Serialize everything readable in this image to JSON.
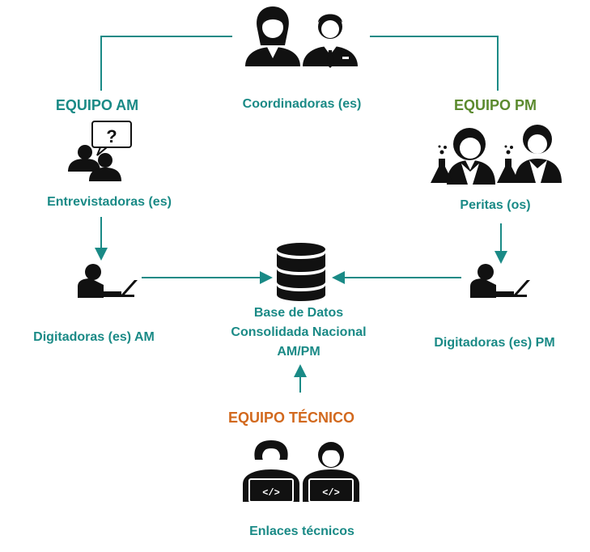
{
  "colors": {
    "accent_teal": "#1a8a86",
    "am_team": "#1a8a86",
    "pm_team": "#5b8a2e",
    "tech_team": "#d2691e",
    "icon": "#111111"
  },
  "nodes": {
    "coordinators": {
      "label": "Coordinadoras (es)",
      "icon": "coordinators-people-icon"
    },
    "team_am": {
      "label": "EQUIPO AM"
    },
    "team_pm": {
      "label": "EQUIPO PM"
    },
    "team_tech": {
      "label": "EQUIPO TÉCNICO"
    },
    "interviewers": {
      "label": "Entrevistadoras (es)",
      "icon": "interviewers-question-icon"
    },
    "experts": {
      "label": "Peritas (os)",
      "icon": "experts-lab-icon"
    },
    "typists_am": {
      "label": "Digitadoras (es) AM",
      "icon": "typist-laptop-icon"
    },
    "typists_pm": {
      "label": "Digitadoras (es) PM",
      "icon": "typist-laptop-icon"
    },
    "database": {
      "label_lines": [
        "Base de Datos",
        "Consolidada Nacional",
        "AM/PM"
      ],
      "icon": "database-icon"
    },
    "tech_links": {
      "label": "Enlaces técnicos",
      "icon": "developers-code-icon"
    }
  }
}
